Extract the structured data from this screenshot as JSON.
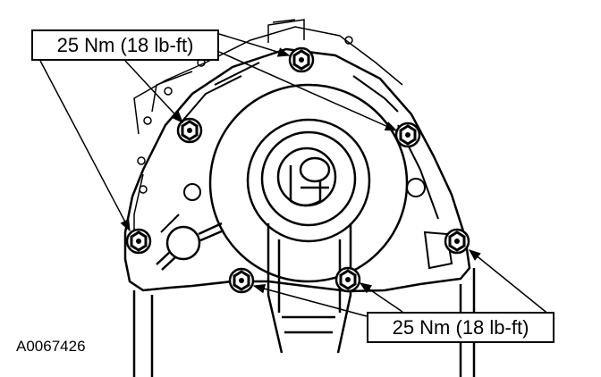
{
  "callouts": {
    "top": {
      "label": "25 Nm (18 lb-ft)"
    },
    "bottom": {
      "label": "25 Nm (18 lb-ft)"
    }
  },
  "figure_id": "A0067426",
  "colors": {
    "ink": "#000000",
    "paper": "#ffffff"
  }
}
